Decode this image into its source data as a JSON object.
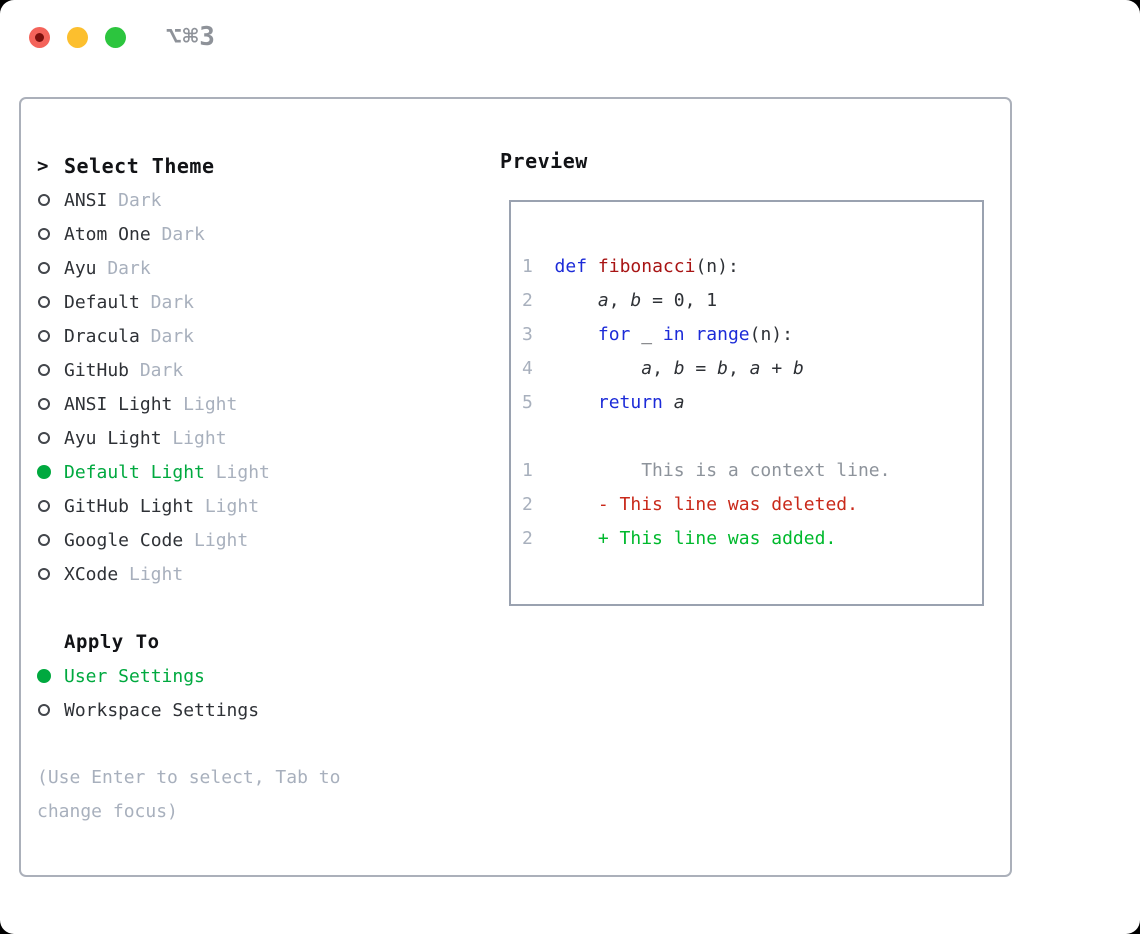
{
  "colors": {
    "fg": "#2e3136",
    "black": "#121316",
    "muted": "#a8b0bd",
    "context": "#8d939b",
    "green": "#00a93f",
    "added": "#00b92d",
    "deleted": "#c9291a",
    "keyword": "#1c2bd8",
    "func": "#a81414",
    "line_number": "#a8b0bd",
    "panel_border": "#abb0ba",
    "preview_border": "#9aa2b0",
    "traffic_red": "#f4635a",
    "traffic_red_dot": "#7c100d",
    "traffic_yellow": "#fcbf2e",
    "traffic_green": "#2cc53e",
    "titlebar_text": "#8e9299"
  },
  "titlebar": {
    "shortcut": "⌥⌘3"
  },
  "theme_list": {
    "prompt": ">",
    "title": "Select Theme",
    "items": [
      {
        "name": "ANSI",
        "variant": "Dark",
        "selected": false
      },
      {
        "name": "Atom One",
        "variant": "Dark",
        "selected": false
      },
      {
        "name": "Ayu",
        "variant": "Dark",
        "selected": false
      },
      {
        "name": "Default",
        "variant": "Dark",
        "selected": false
      },
      {
        "name": "Dracula",
        "variant": "Dark",
        "selected": false
      },
      {
        "name": "GitHub",
        "variant": "Dark",
        "selected": false
      },
      {
        "name": "ANSI Light",
        "variant": "Light",
        "selected": false
      },
      {
        "name": "Ayu Light",
        "variant": "Light",
        "selected": false
      },
      {
        "name": "Default Light",
        "variant": "Light",
        "selected": true
      },
      {
        "name": "GitHub Light",
        "variant": "Light",
        "selected": false
      },
      {
        "name": "Google Code",
        "variant": "Light",
        "selected": false
      },
      {
        "name": "XCode",
        "variant": "Light",
        "selected": false
      }
    ]
  },
  "apply_to": {
    "title": "Apply To",
    "options": [
      {
        "label": "User Settings",
        "selected": true
      },
      {
        "label": "Workspace Settings",
        "selected": false
      }
    ]
  },
  "hint": "(Use Enter to select, Tab to change focus)",
  "preview": {
    "title": "Preview",
    "code_lines": [
      {
        "num": "1",
        "segments": [
          {
            "text": "  ",
            "color": "fg"
          },
          {
            "text": "def",
            "color": "keyword"
          },
          {
            "text": " ",
            "color": "fg"
          },
          {
            "text": "fibonacci",
            "color": "func"
          },
          {
            "text": "(n):",
            "color": "fg"
          }
        ]
      },
      {
        "num": "2",
        "segments": [
          {
            "text": "      ",
            "color": "fg"
          },
          {
            "text": "a",
            "color": "fg",
            "italic": true
          },
          {
            "text": ", ",
            "color": "fg"
          },
          {
            "text": "b",
            "color": "fg",
            "italic": true
          },
          {
            "text": " = 0, 1",
            "color": "fg"
          }
        ]
      },
      {
        "num": "3",
        "segments": [
          {
            "text": "      ",
            "color": "fg"
          },
          {
            "text": "for",
            "color": "keyword"
          },
          {
            "text": " _ ",
            "color": "fg"
          },
          {
            "text": "in",
            "color": "keyword"
          },
          {
            "text": " ",
            "color": "fg"
          },
          {
            "text": "range",
            "color": "keyword"
          },
          {
            "text": "(n):",
            "color": "fg"
          }
        ]
      },
      {
        "num": "4",
        "segments": [
          {
            "text": "          ",
            "color": "fg"
          },
          {
            "text": "a",
            "color": "fg",
            "italic": true
          },
          {
            "text": ", ",
            "color": "fg"
          },
          {
            "text": "b",
            "color": "fg",
            "italic": true
          },
          {
            "text": " = ",
            "color": "fg"
          },
          {
            "text": "b",
            "color": "fg",
            "italic": true
          },
          {
            "text": ", ",
            "color": "fg"
          },
          {
            "text": "a",
            "color": "fg",
            "italic": true
          },
          {
            "text": " + ",
            "color": "fg"
          },
          {
            "text": "b",
            "color": "fg",
            "italic": true
          }
        ]
      },
      {
        "num": "5",
        "segments": [
          {
            "text": "      ",
            "color": "fg"
          },
          {
            "text": "return",
            "color": "keyword"
          },
          {
            "text": " ",
            "color": "fg"
          },
          {
            "text": "a",
            "color": "fg",
            "italic": true
          }
        ]
      },
      {
        "num": "",
        "segments": []
      },
      {
        "num": "1",
        "segments": [
          {
            "text": "          This is a context line.",
            "color": "context"
          }
        ]
      },
      {
        "num": "2",
        "segments": [
          {
            "text": "      - This line was deleted.",
            "color": "deleted"
          }
        ]
      },
      {
        "num": "2",
        "segments": [
          {
            "text": "      + This line was added.",
            "color": "added"
          }
        ]
      }
    ]
  }
}
